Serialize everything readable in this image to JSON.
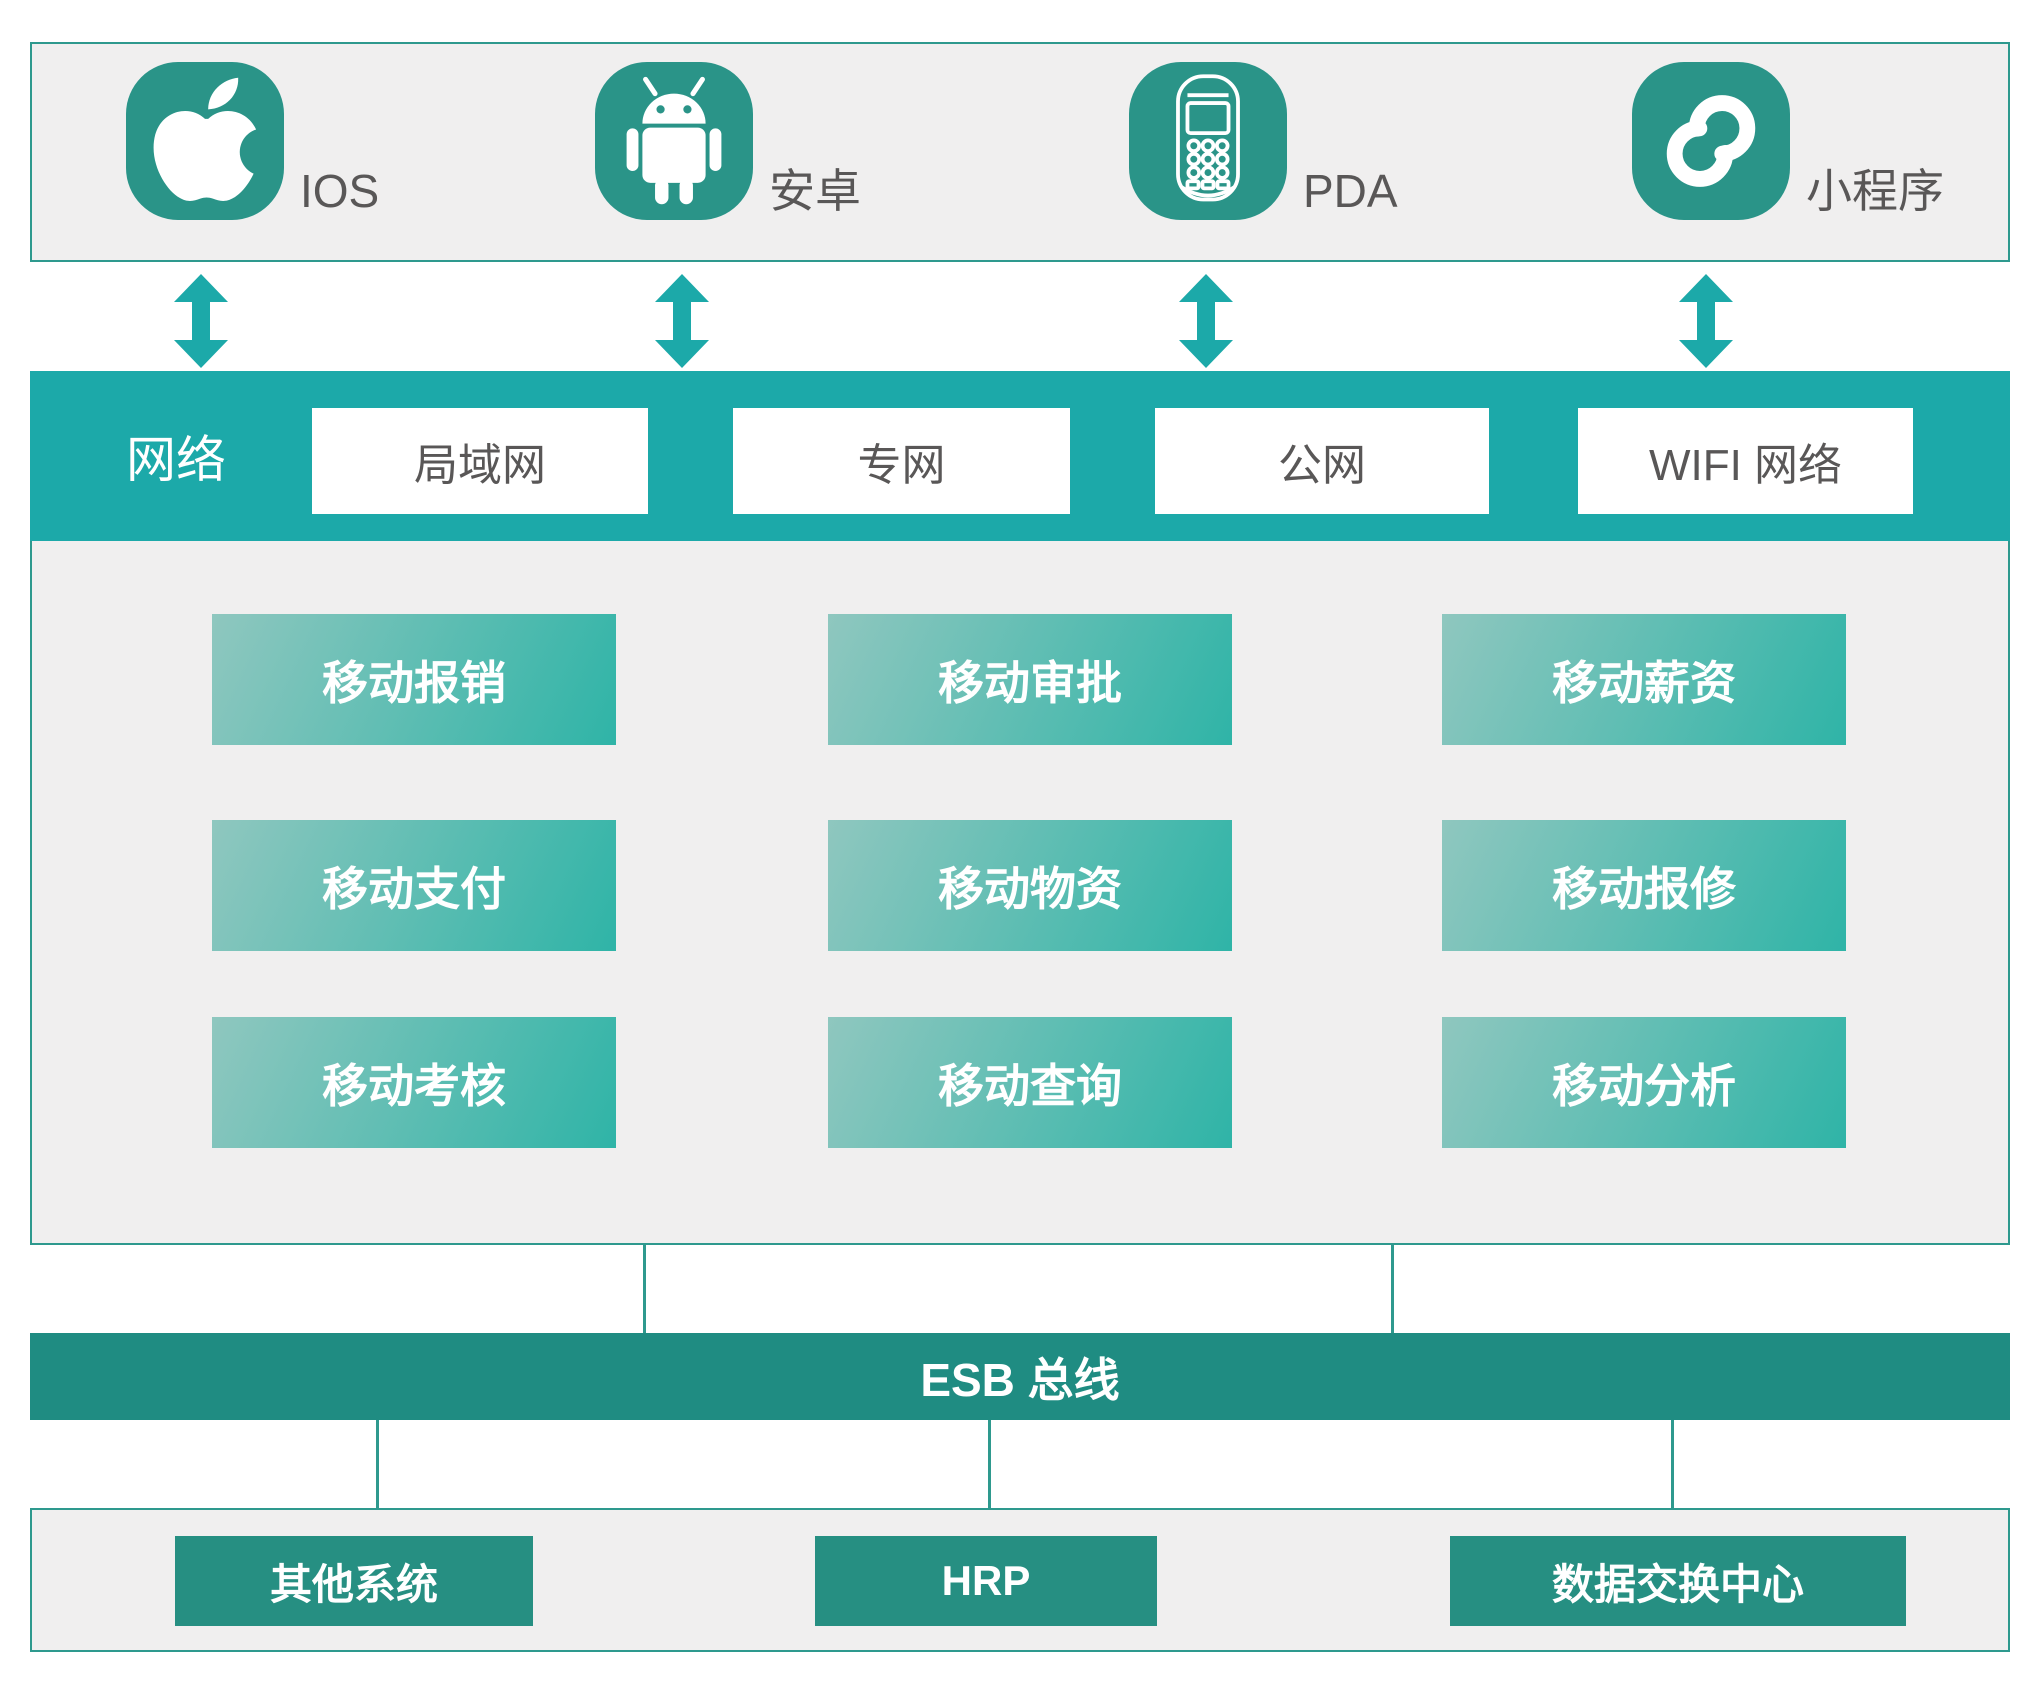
{
  "colors": {
    "cyan_teal": "#1CA9A9",
    "green_teal": "#268F82",
    "icon_green": "#2A9488",
    "module_gradient_start": "#8FC7BF",
    "module_gradient_end": "#2FB4A7",
    "panel_gray": "#F0EFEF",
    "border_teal": "#2E998E",
    "text_gray": "#595757",
    "text_white": "#FFFFFF"
  },
  "platforms": {
    "items": [
      {
        "label": "IOS",
        "icon": "apple-icon"
      },
      {
        "label": "安卓",
        "icon": "android-icon"
      },
      {
        "label": "PDA",
        "icon": "pda-icon"
      },
      {
        "label": "小程序",
        "icon": "miniprogram-icon"
      }
    ]
  },
  "network": {
    "label": "网络",
    "types": [
      {
        "label": "局域网"
      },
      {
        "label": "专网"
      },
      {
        "label": "公网"
      },
      {
        "label": "WIFI 网络"
      }
    ]
  },
  "modules": [
    {
      "label": "移动报销"
    },
    {
      "label": "移动审批"
    },
    {
      "label": "移动薪资"
    },
    {
      "label": "移动支付"
    },
    {
      "label": "移动物资"
    },
    {
      "label": "移动报修"
    },
    {
      "label": "移动考核"
    },
    {
      "label": "移动查询"
    },
    {
      "label": "移动分析"
    }
  ],
  "esb": {
    "label": "ESB 总线"
  },
  "backend": {
    "systems": [
      {
        "label": "其他系统"
      },
      {
        "label": "HRP"
      },
      {
        "label": "数据交换中心"
      }
    ]
  }
}
